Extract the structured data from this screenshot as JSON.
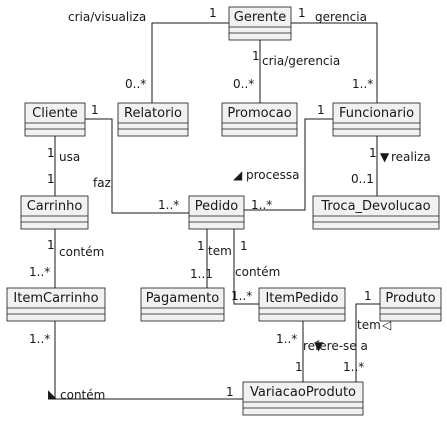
{
  "classes": [
    {
      "id": "gerente",
      "name": "Gerente"
    },
    {
      "id": "cliente",
      "name": "Cliente"
    },
    {
      "id": "relatorio",
      "name": "Relatorio"
    },
    {
      "id": "promocao",
      "name": "Promocao"
    },
    {
      "id": "funcionario",
      "name": "Funcionario"
    },
    {
      "id": "carrinho",
      "name": "Carrinho"
    },
    {
      "id": "pedido",
      "name": "Pedido"
    },
    {
      "id": "troca_devolucao",
      "name": "Troca_Devolucao"
    },
    {
      "id": "itemcarrinho",
      "name": "ItemCarrinho"
    },
    {
      "id": "pagamento",
      "name": "Pagamento"
    },
    {
      "id": "itempedido",
      "name": "ItemPedido"
    },
    {
      "id": "produto",
      "name": "Produto"
    },
    {
      "id": "variacaoproduto",
      "name": "VariacaoProduto"
    }
  ],
  "associations": [
    {
      "from": "gerente",
      "to": "relatorio",
      "label": "cria/visualiza",
      "from_mult": "1",
      "to_mult": "0..*"
    },
    {
      "from": "gerente",
      "to": "promocao",
      "label": "cria/gerencia",
      "from_mult": "1",
      "to_mult": "0..*"
    },
    {
      "from": "gerente",
      "to": "funcionario",
      "label": "gerencia",
      "from_mult": "1",
      "to_mult": "1..*"
    },
    {
      "from": "cliente",
      "to": "carrinho",
      "label": "usa",
      "from_mult": "1",
      "to_mult": "1"
    },
    {
      "from": "cliente",
      "to": "pedido",
      "label": "faz",
      "from_mult": "1",
      "to_mult": "1..*"
    },
    {
      "from": "funcionario",
      "to": "pedido",
      "label": "processa",
      "direction_marker": "◢",
      "from_mult": "1",
      "to_mult": "1..*"
    },
    {
      "from": "funcionario",
      "to": "troca_devolucao",
      "label": "realiza",
      "direction_marker": "▼",
      "from_mult": "1",
      "to_mult": "0..1"
    },
    {
      "from": "carrinho",
      "to": "itemcarrinho",
      "label": "contém",
      "from_mult": "1",
      "to_mult": "1..*"
    },
    {
      "from": "pedido",
      "to": "pagamento",
      "label": "tem",
      "from_mult": "1",
      "to_mult": "1..1"
    },
    {
      "from": "pedido",
      "to": "itempedido",
      "label": "contém",
      "from_mult": "1",
      "to_mult": "1..*"
    },
    {
      "from": "itempedido",
      "to": "variacaoproduto",
      "label": "refere-se a",
      "direction_marker": "▼",
      "from_mult": "1..*",
      "to_mult": "1"
    },
    {
      "from": "produto",
      "to": "variacaoproduto",
      "label": "tem",
      "direction_marker": "◁",
      "from_mult": "1",
      "to_mult": "1..*"
    },
    {
      "from": "itemcarrinho",
      "to": "variacaoproduto",
      "label": "contém",
      "direction_marker": "◣",
      "from_mult": "1..*",
      "to_mult": "1"
    }
  ]
}
